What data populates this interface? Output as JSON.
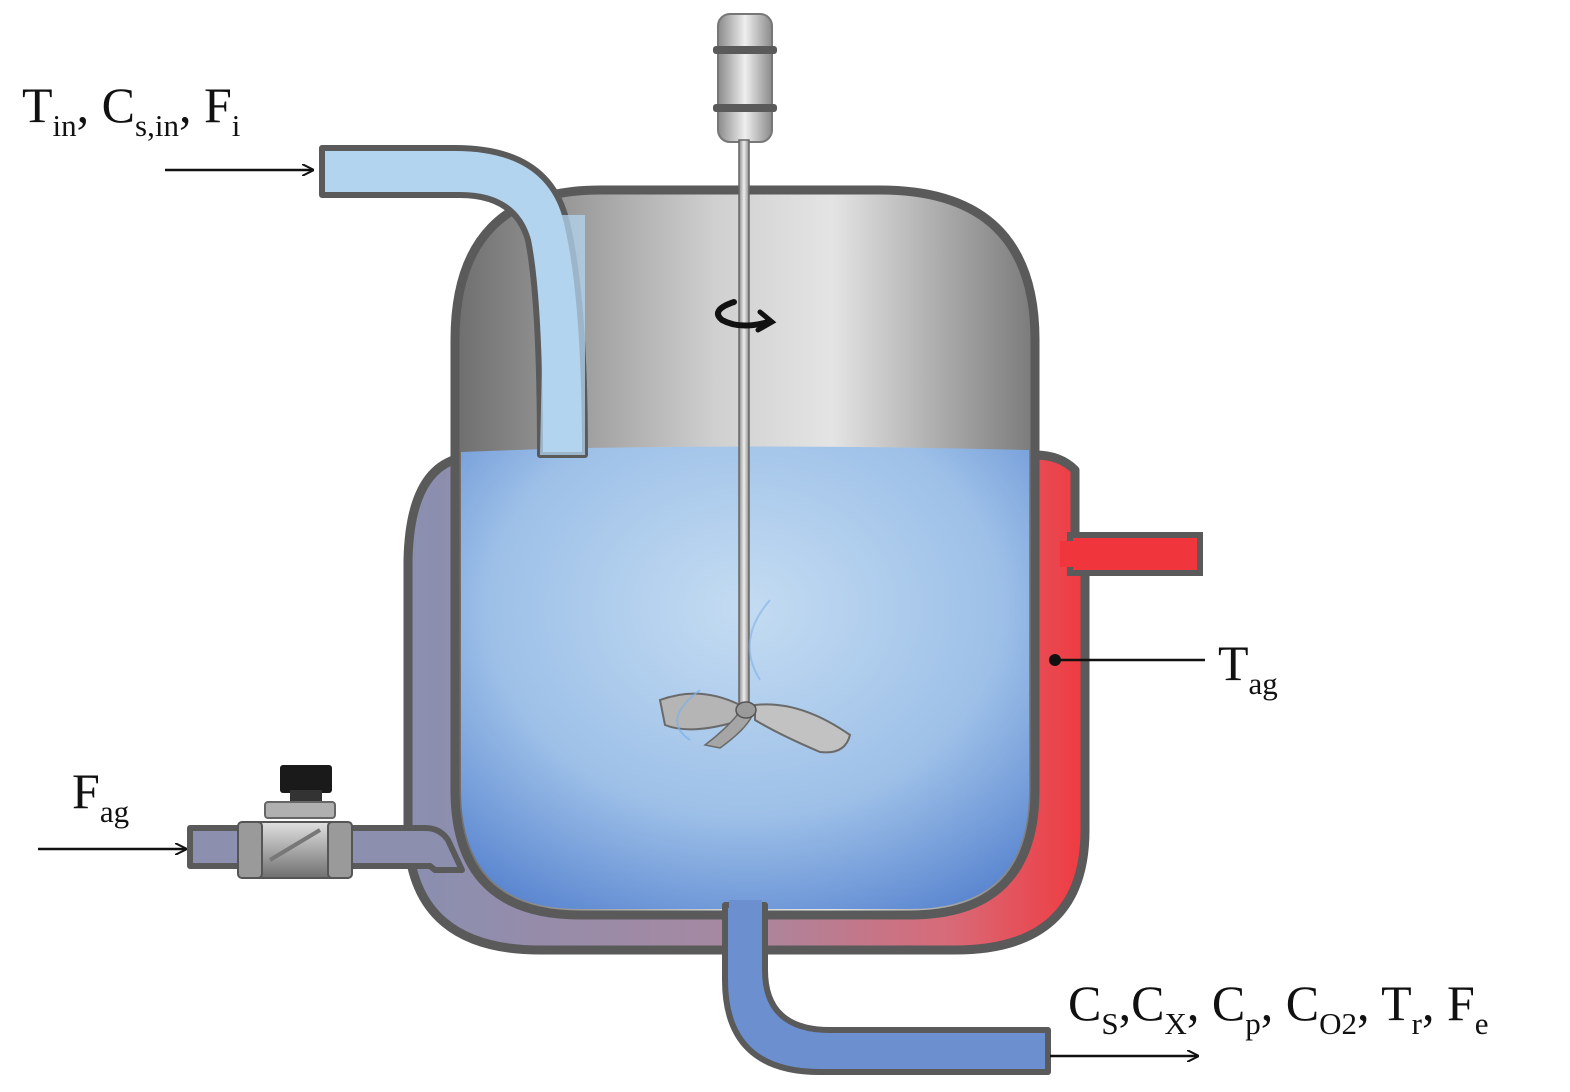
{
  "labels": {
    "inlet": {
      "T": "T",
      "T_sub": "in",
      "sep1": ", ",
      "C": "C",
      "C_sub": "s,in",
      "sep2": ", ",
      "F": "F",
      "F_sub": "i"
    },
    "coolant_in": {
      "F": "F",
      "F_sub": "ag"
    },
    "jacket_temp": {
      "T": "T",
      "T_sub": "ag"
    },
    "outlet": {
      "C1": "C",
      "C1_sub": "S",
      "sep1": ",",
      "C2": "C",
      "C2_sub": "X",
      "sep2": ", ",
      "C3": "C",
      "C3_sub": "p",
      "sep3": ", ",
      "C4": "C",
      "C4_sub": "O2",
      "sep4": ", ",
      "T": "T",
      "T_sub": "r",
      "sep5": ", ",
      "F": "F",
      "F_sub": "e"
    }
  },
  "colors": {
    "vessel_outline": "#5a5a5a",
    "headspace": "#a9a9a9",
    "liquid": "#9ec3ea",
    "feed_pipe": "#b3d4ef",
    "jacket_cold": "#8c8fae",
    "jacket_hot": "#f0353c",
    "outlet_pipe": "#6b8fcf"
  },
  "icons": [
    "motor-icon",
    "rotation-arrow-icon",
    "impeller-icon",
    "solenoid-valve-icon"
  ]
}
